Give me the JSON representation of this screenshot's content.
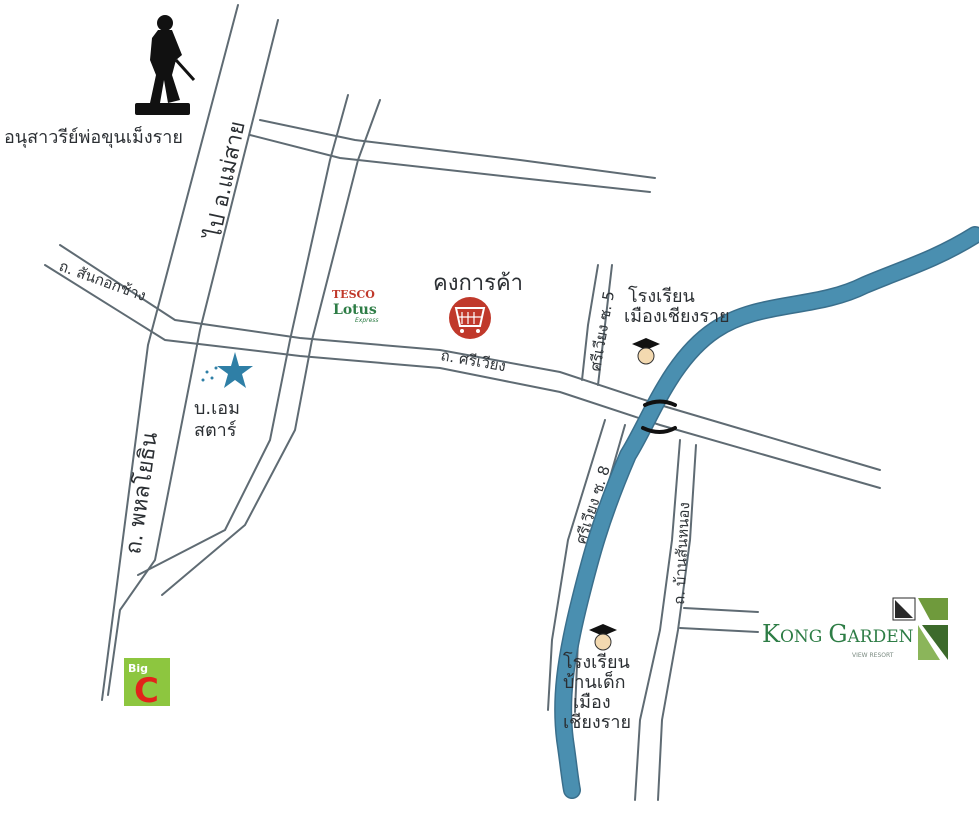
{
  "map": {
    "roads": {
      "phahonyothin": "ถ. พหลโยธิน",
      "to_mae_sai": "ไป อ.แม่สาย",
      "san_khok_chang": "ถ. สันกอกช้าง",
      "si_wiang": "ถ. ศรีเวียง",
      "si_wiang_soi_5": "ศรีเวียง ซ. 5",
      "si_wiang_soi_8": "ศรีเวียง ซ. 8",
      "ban_san_nong": "ถ. บ้านสันหนอง"
    },
    "places": {
      "monument": "อนุสาวรีย์พ่อขุนเม็งราย",
      "kong_shop": "คงการค้า",
      "tesco_brand": "TESCO",
      "lotus_brand": "Lotus",
      "lotus_sub": "Express",
      "m_star_line1": "บ.เอม",
      "m_star_line2": "สตาร์",
      "school_mueang_line1": "โรงเรียน",
      "school_mueang_line2": "เมืองเชียงราย",
      "school_bandek_line1": "โรงเรียน",
      "school_bandek_line2": "บ้านเด็ก",
      "school_bandek_line3": "เมือง",
      "school_bandek_line4": "เชียงราย",
      "bigc_big": "Big",
      "bigc_c": "C",
      "kong_garden_k": "K",
      "kong_garden_ong": "ONG",
      "kong_garden_g": "G",
      "kong_garden_arden": "ARDEN",
      "kong_garden_sub": "VIEW RESORT"
    },
    "colors": {
      "river": "#4a8fb0",
      "road": "#5f6b73",
      "kong_garden": "#2e7d46",
      "tesco_red": "#c0392b",
      "bigc_green": "#8dc63f",
      "bigc_red": "#e2231a",
      "star": "#2f7fa6"
    },
    "icons": [
      "monument-statue-icon",
      "shopping-cart-icon",
      "star-icon",
      "school-graduate-icon",
      "bridge-icon",
      "kong-garden-leaf-icon",
      "bigc-logo-icon",
      "tesco-lotus-logo-icon"
    ]
  }
}
